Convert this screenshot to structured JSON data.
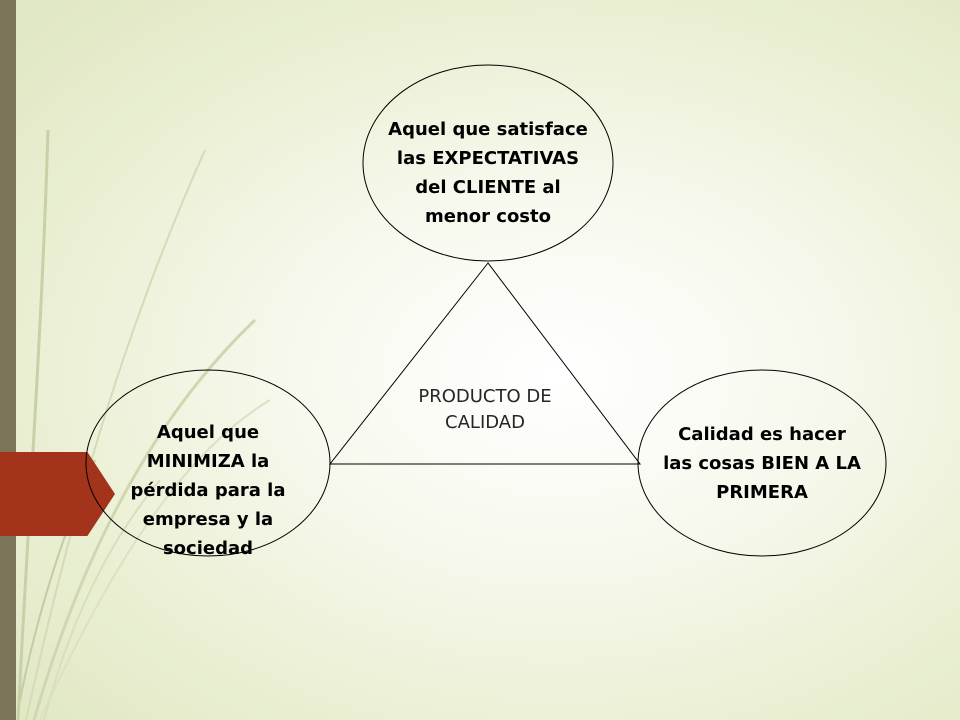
{
  "diagram": {
    "top_node": "Aquel que satisface\nlas EXPECTATIVAS\ndel CLIENTE al\nmenor costo",
    "left_node": "Aquel que\nMINIMIZA la\npérdida para la\nempresa y la\nsociedad",
    "right_node": "Calidad es hacer\nlas cosas BIEN A LA\nPRIMERA",
    "center_label": "PRODUCTO DE\nCALIDAD"
  },
  "colors": {
    "background": "#eef2dc",
    "left_bar": "#7b7459",
    "accent_arrow": "#a3331b",
    "stroke": "#000000"
  }
}
